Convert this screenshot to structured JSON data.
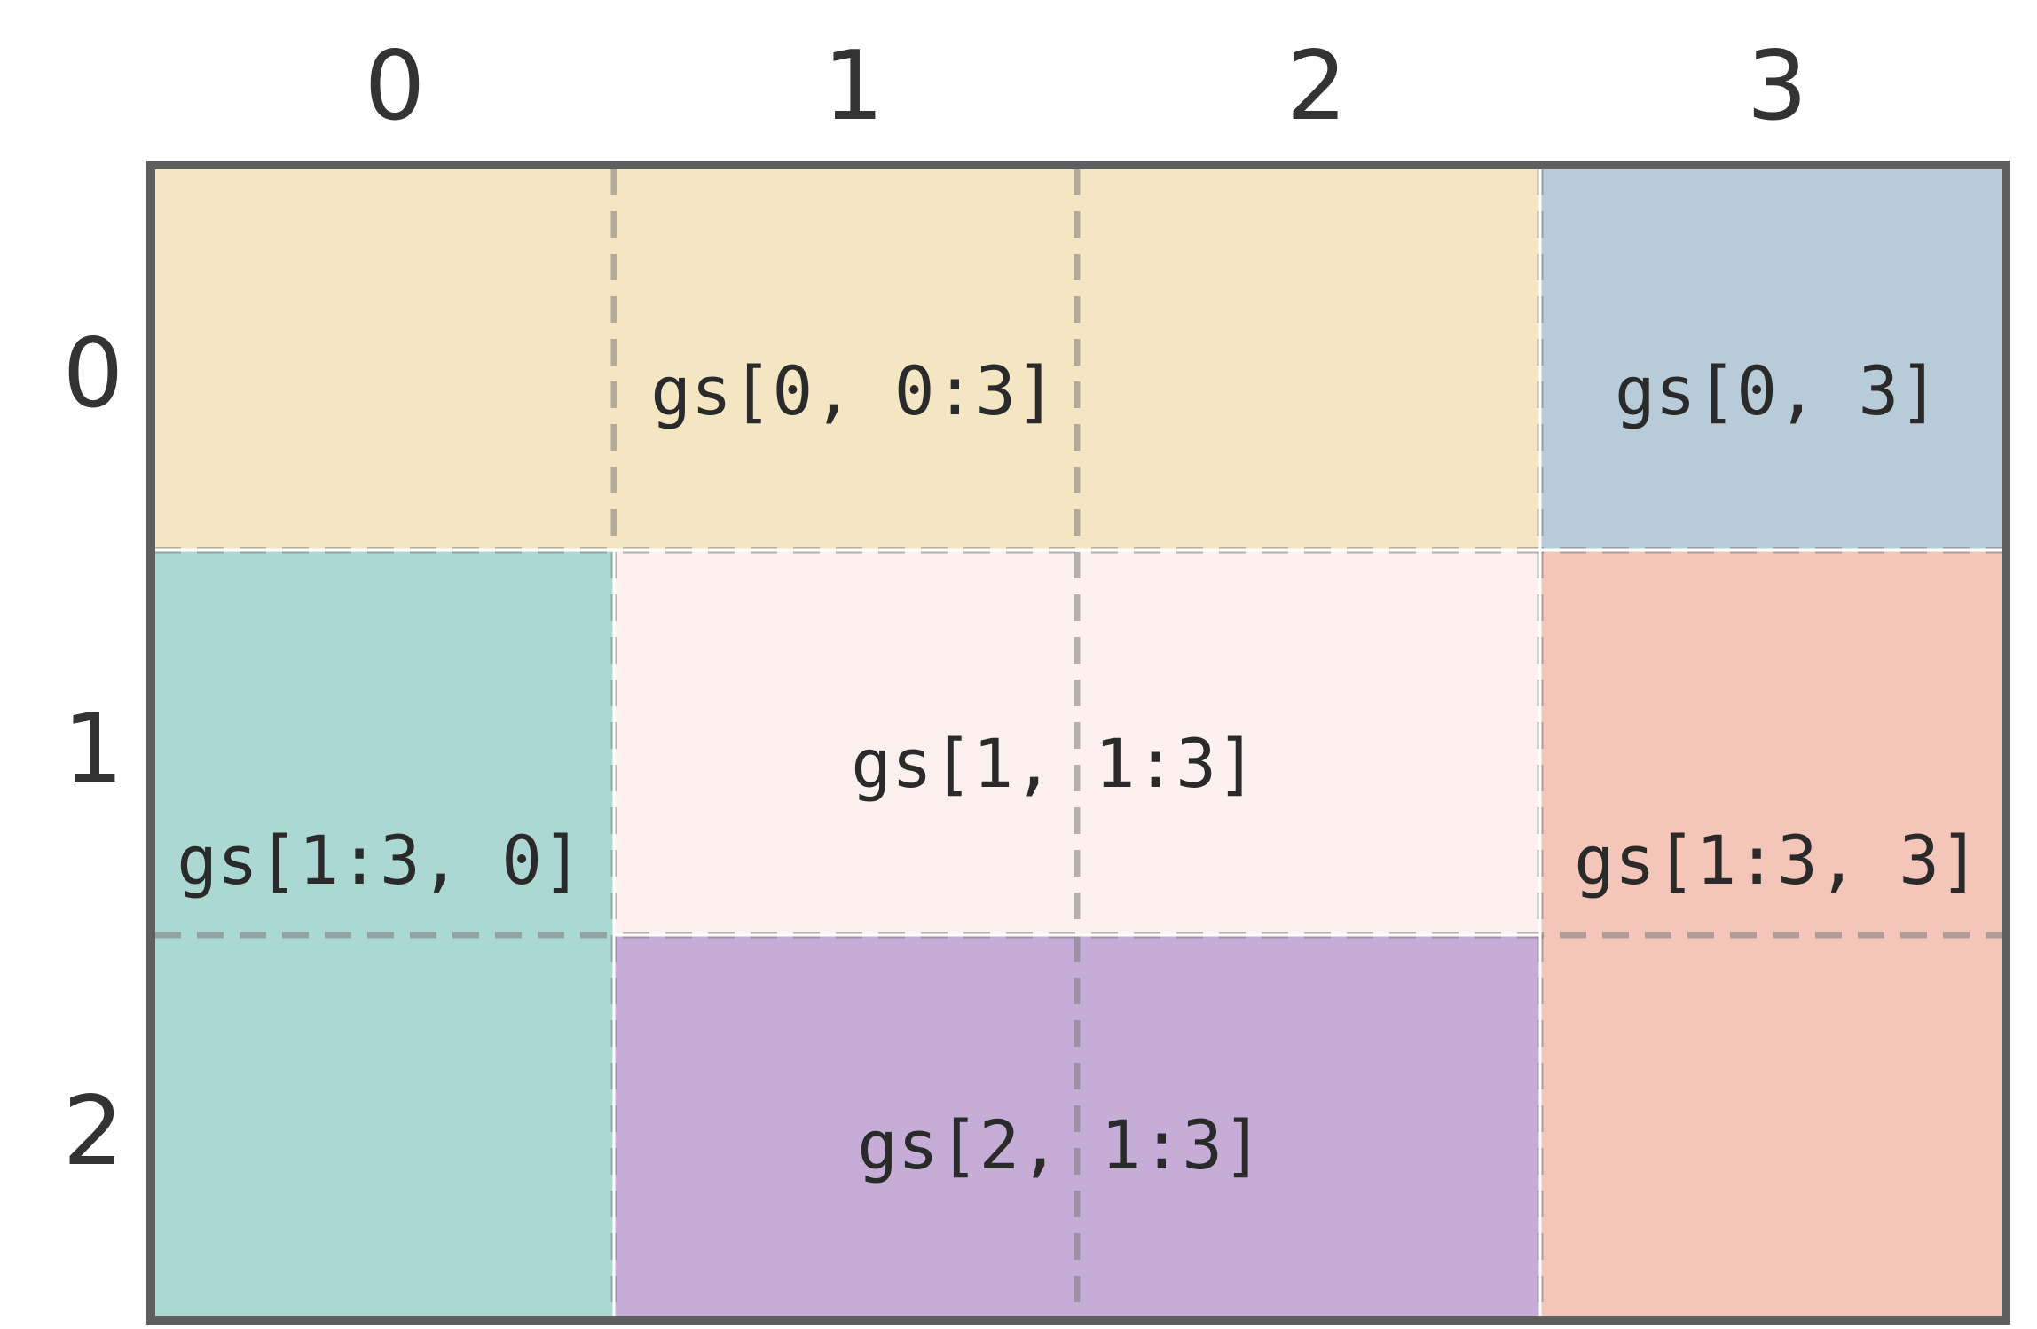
{
  "column_labels": [
    "0",
    "1",
    "2",
    "3"
  ],
  "row_labels": [
    "0",
    "1",
    "2"
  ],
  "regions": [
    {
      "label": "gs[0, 0:3]",
      "rows": [
        0,
        1
      ],
      "cols": [
        0,
        3
      ],
      "color": "#f5e6c3"
    },
    {
      "label": "gs[0, 3]",
      "rows": [
        0,
        1
      ],
      "cols": [
        3,
        4
      ],
      "color": "#b8cbd8"
    },
    {
      "label": "gs[1:3, 0]",
      "rows": [
        1,
        3
      ],
      "cols": [
        0,
        1
      ],
      "color": "#acd8d3"
    },
    {
      "label": "gs[1, 1:3]",
      "rows": [
        1,
        2
      ],
      "cols": [
        1,
        3
      ],
      "color": "#fcf1ee"
    },
    {
      "label": "gs[1:3, 3]",
      "rows": [
        1,
        3
      ],
      "cols": [
        3,
        4
      ],
      "color": "#f4c6ba"
    },
    {
      "label": "gs[2, 1:3]",
      "rows": [
        2,
        3
      ],
      "cols": [
        1,
        3
      ],
      "color": "#c6add7"
    }
  ],
  "colors": {
    "border": "#5e5e5e",
    "dashed_line": "#7a7a7a",
    "separator": "#ffffff"
  }
}
